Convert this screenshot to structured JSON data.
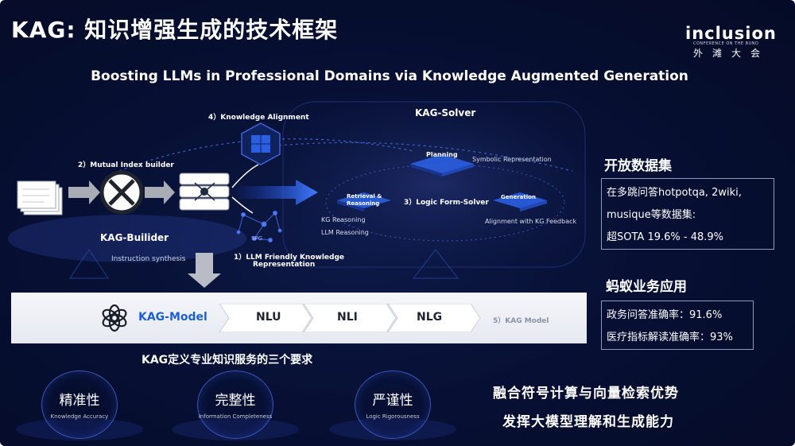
{
  "slide": {
    "title": "KAG: 知识增强生成的技术框架",
    "subtitle": "Boosting LLMs in Professional Domains via Knowledge Augmented Generation"
  },
  "logo": {
    "main": "inclusion",
    "sub": "CONFERENCE ON THE BUND",
    "cn": "外滩大会"
  },
  "diagram": {
    "knowledge_alignment": "4）Knowledge Alignment",
    "mutual_index_builder": "2）Mutual Index builder",
    "kag_builder": "KAG-Builider",
    "instruction_synthesis": "Instruction synthesis",
    "llm_friendly_line1": "1）LLM Friendly Knowledge",
    "llm_friendly_line2": "Representation",
    "spg_label": "SPG",
    "kag_solver": "KAG-Solver",
    "planning": "Planning",
    "symbolic_representation": "Symbolic Representation",
    "retrieval_line1": "Retrieval &",
    "retrieval_line2": "Reasoning",
    "logic_form_solver": "3）Logic Form-Solver",
    "generation": "Generation",
    "kg_reasoning": "KG Reasoning",
    "llm_reasoning": "LLM Reasoning",
    "alignment_feedback": "Alignment with KG Feedback"
  },
  "model_bar": {
    "label": "KAG-Model",
    "stages": [
      "NLU",
      "NLI",
      "NLG"
    ],
    "step_label": "5）KAG Model"
  },
  "requirements": {
    "heading": "KAG定义专业知识服务的三个要求",
    "items": [
      {
        "cn": "精准性",
        "en": "Knowledge Accuracy"
      },
      {
        "cn": "完整性",
        "en": "Information Completeness"
      },
      {
        "cn": "严谨性",
        "en": "Logic Rigorousness"
      }
    ]
  },
  "open_datasets": {
    "heading": "开放数据集",
    "lines": [
      "在多跳问答hotpotqa, 2wiki,",
      "musique等数据集:",
      "超SOTA 19.6% - 48.9%"
    ]
  },
  "ant_business": {
    "heading": "蚂蚁业务应用",
    "lines": [
      "政务问答准确率：91.6%",
      "医疗指标解读准确率：93%"
    ]
  },
  "summary": {
    "line1": "融合符号计算与向量检索优势",
    "line2": "发挥大模型理解和生成能力"
  }
}
